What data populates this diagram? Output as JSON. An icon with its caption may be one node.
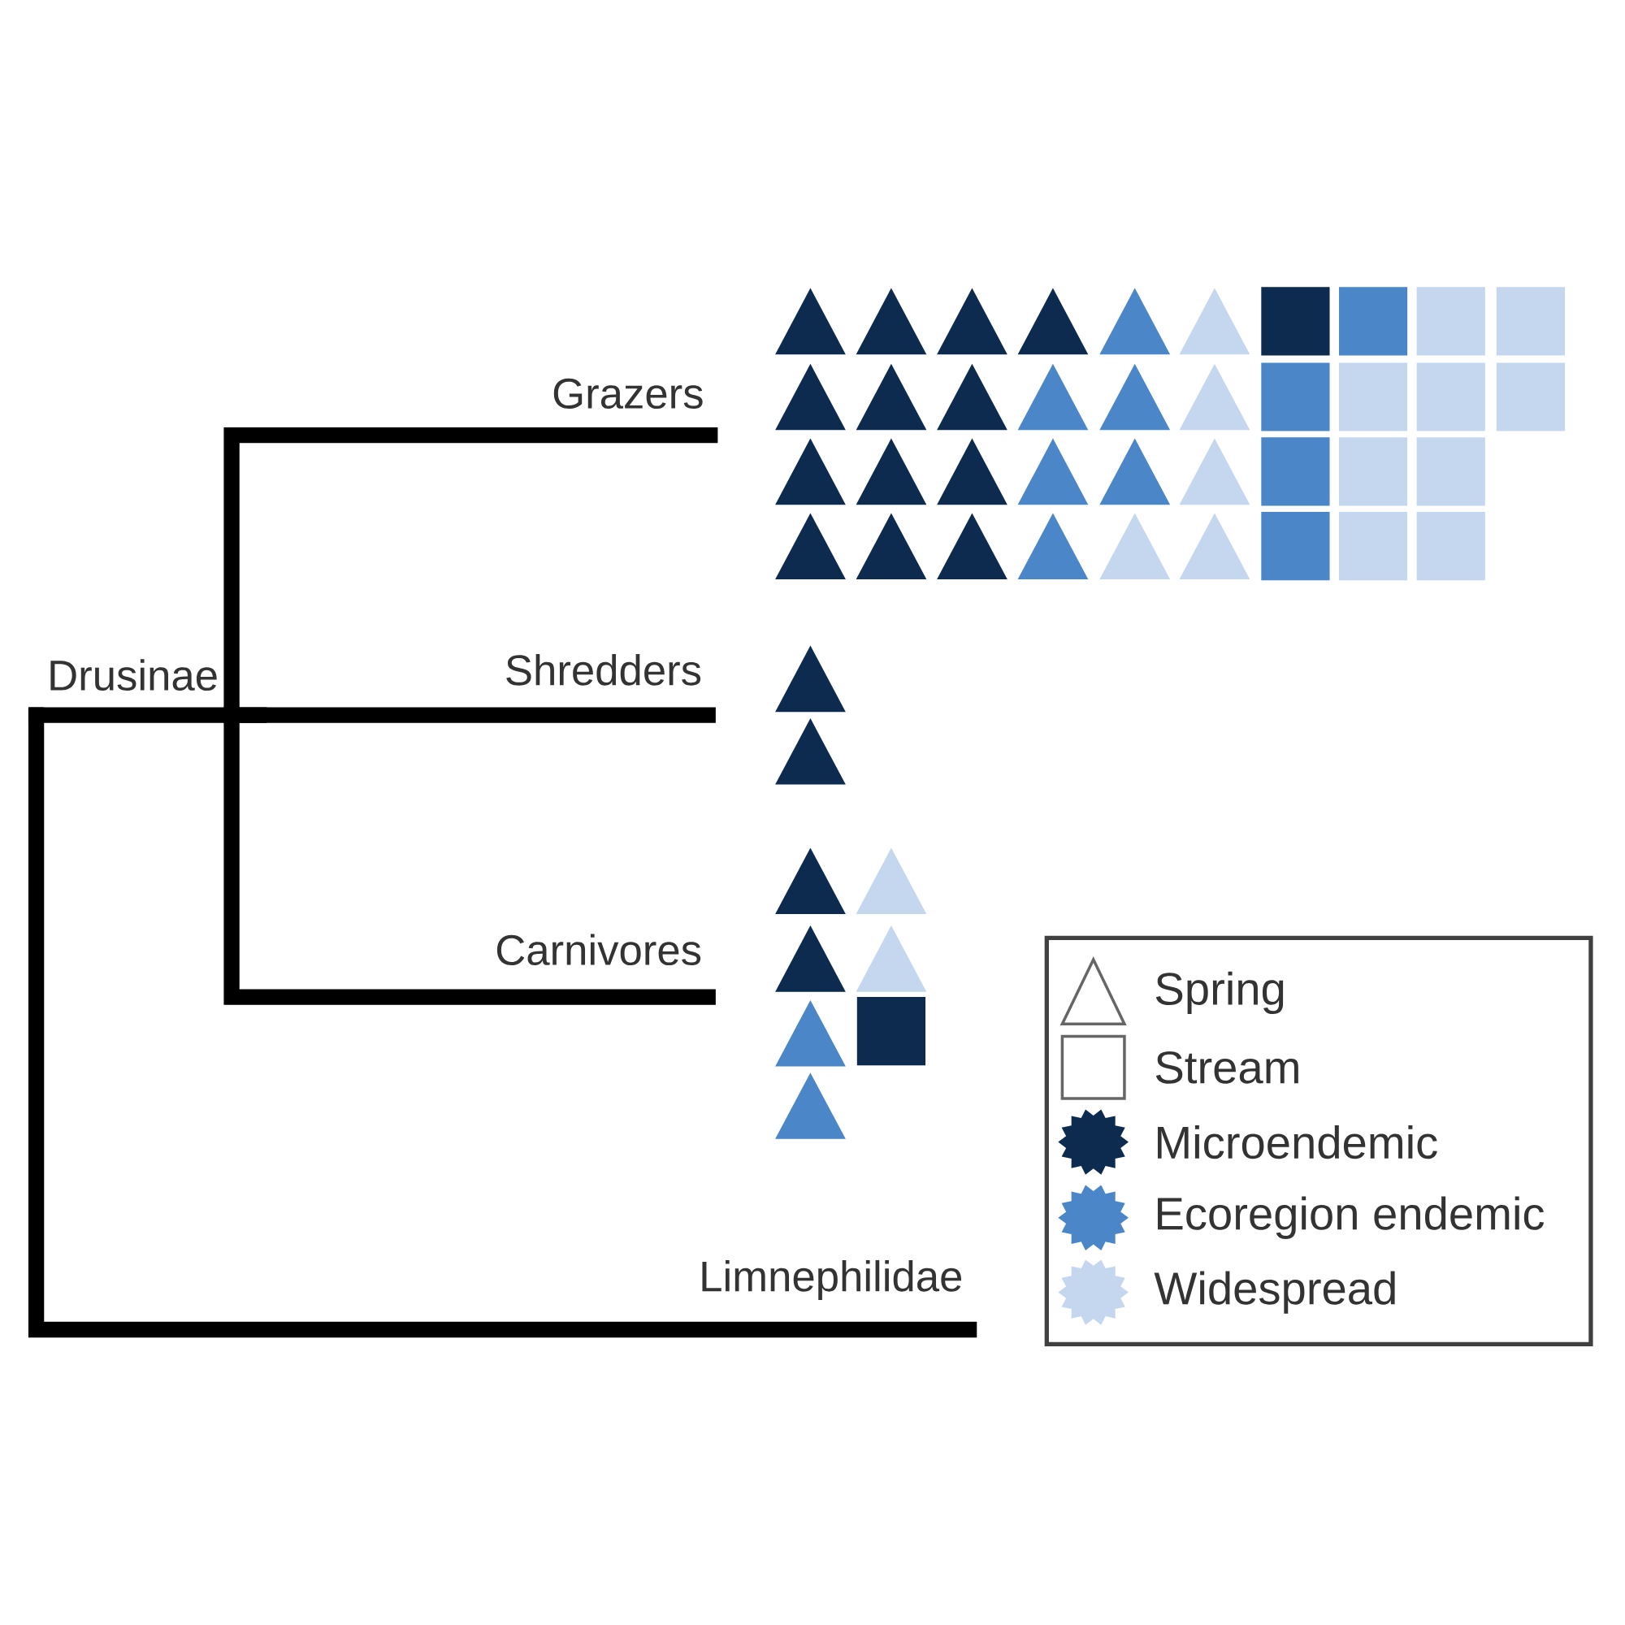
{
  "diagram": {
    "nodes": [
      {
        "text": [
          "Grazers"
        ]
      },
      {
        "text": [
          "Shredders"
        ]
      },
      {
        "text": [
          "Carnivores"
        ]
      },
      {
        "text": [
          "Limnephilidae"
        ]
      },
      {
        "text": [
          "Drusinae"
        ]
      }
    ],
    "edges": [
      {
        "from": 4,
        "to": 0,
        "arrow": "none"
      },
      {
        "from": 4,
        "to": 1,
        "arrow": "none"
      },
      {
        "from": 4,
        "to": 2,
        "arrow": "none"
      },
      {
        "from": 4,
        "to": 3,
        "arrow": "none"
      }
    ],
    "legend": [
      {
        "text": "Spring"
      },
      {
        "text": "Stream"
      },
      {
        "text": "Microendemic",
        "color": "#0d2a4f"
      },
      {
        "text": "Ecoregion endemic",
        "color": "#4a86c8"
      },
      {
        "text": "Widespread",
        "color": "#c5d7ee"
      }
    ]
  }
}
